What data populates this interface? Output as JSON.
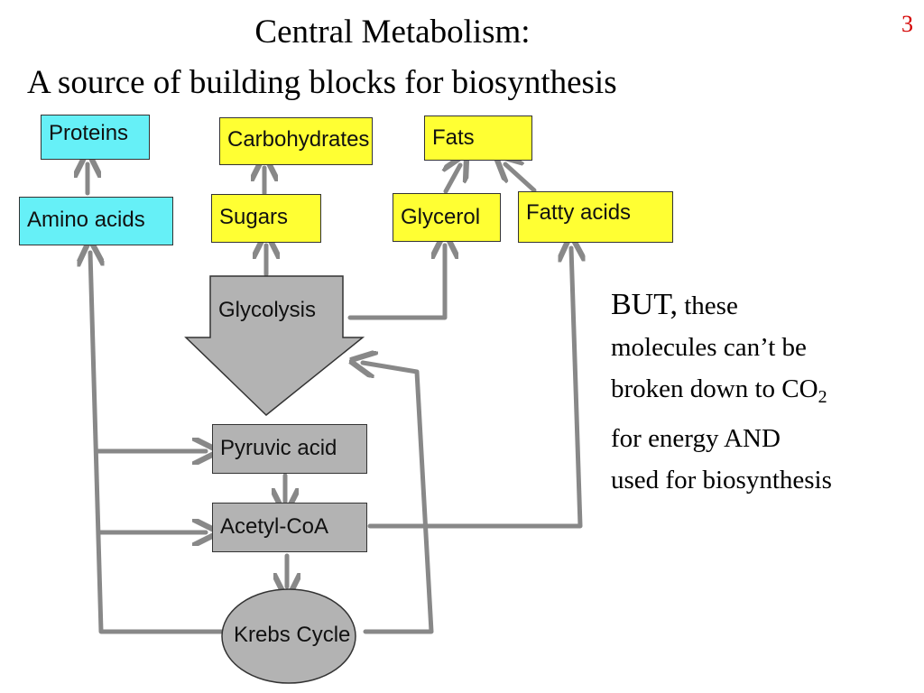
{
  "slide": {
    "number": "3",
    "title_line1": "Central Metabolism:",
    "title_line2": "A source of building blocks for biosynthesis"
  },
  "diagram": {
    "nodes": {
      "proteins": "Proteins",
      "carbohydrates": "Carbohydrates",
      "fats": "Fats",
      "amino_acids": "Amino acids",
      "sugars": "Sugars",
      "glycerol": "Glycerol",
      "fatty_acids": "Fatty acids",
      "glycolysis": "Glycolysis",
      "pyruvic_acid": "Pyruvic acid",
      "acetyl_coa": "Acetyl-CoA",
      "krebs_cycle": "Krebs Cycle"
    }
  },
  "note": {
    "but": "BUT,",
    "text1": " these",
    "text2": "molecules can’t be",
    "text3": "broken down to CO",
    "sub": "2",
    "text4": "for energy AND",
    "text5": "used for biosynthesis"
  },
  "colors": {
    "cyan": "#66f0f7",
    "yellow": "#ffff33",
    "gray": "#b3b3b3",
    "arrow": "#888888",
    "slide_number": "#d40000"
  }
}
